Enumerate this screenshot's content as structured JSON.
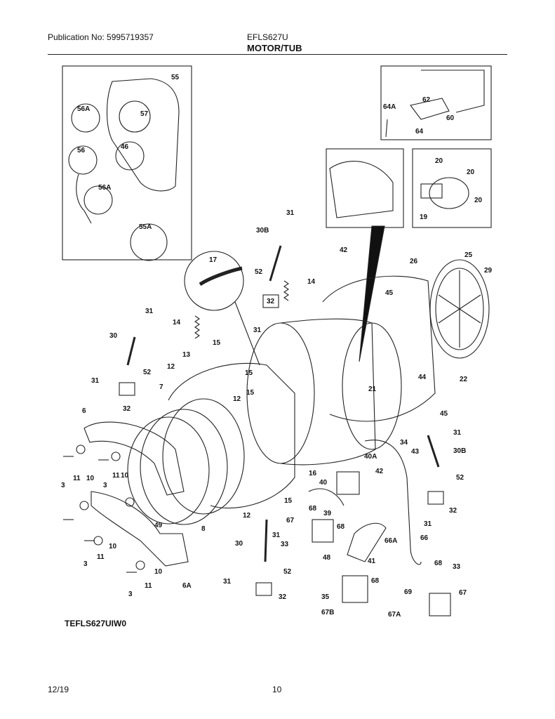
{
  "header": {
    "publication": "Publication No: 5995719357",
    "model": "EFLS627U",
    "section": "MOTOR/TUB"
  },
  "figure_id": "TEFLS627UIW0",
  "footer": {
    "date": "12/19",
    "page": "10"
  },
  "callouts": [
    "55",
    "56A",
    "57",
    "56",
    "46",
    "56A",
    "55A",
    "62",
    "64A",
    "60",
    "64",
    "20",
    "20",
    "20",
    "19",
    "31",
    "30B",
    "42",
    "25",
    "26",
    "29",
    "17",
    "52",
    "14",
    "45",
    "32",
    "31",
    "31",
    "14",
    "30",
    "15",
    "13",
    "52",
    "12",
    "7",
    "15",
    "31",
    "32",
    "22",
    "44",
    "21",
    "12",
    "6",
    "15",
    "45",
    "31",
    "34",
    "30B",
    "43",
    "16",
    "40A",
    "42",
    "52",
    "40",
    "3",
    "11",
    "10",
    "3",
    "11",
    "10",
    "68",
    "39",
    "32",
    "15",
    "12",
    "31",
    "49",
    "8",
    "67",
    "68",
    "33",
    "66A",
    "66",
    "30",
    "48",
    "41",
    "31",
    "3",
    "11",
    "10",
    "10",
    "11",
    "3",
    "52",
    "68",
    "33",
    "6A",
    "31",
    "32",
    "69",
    "67",
    "35",
    "68",
    "67B",
    "67A"
  ]
}
